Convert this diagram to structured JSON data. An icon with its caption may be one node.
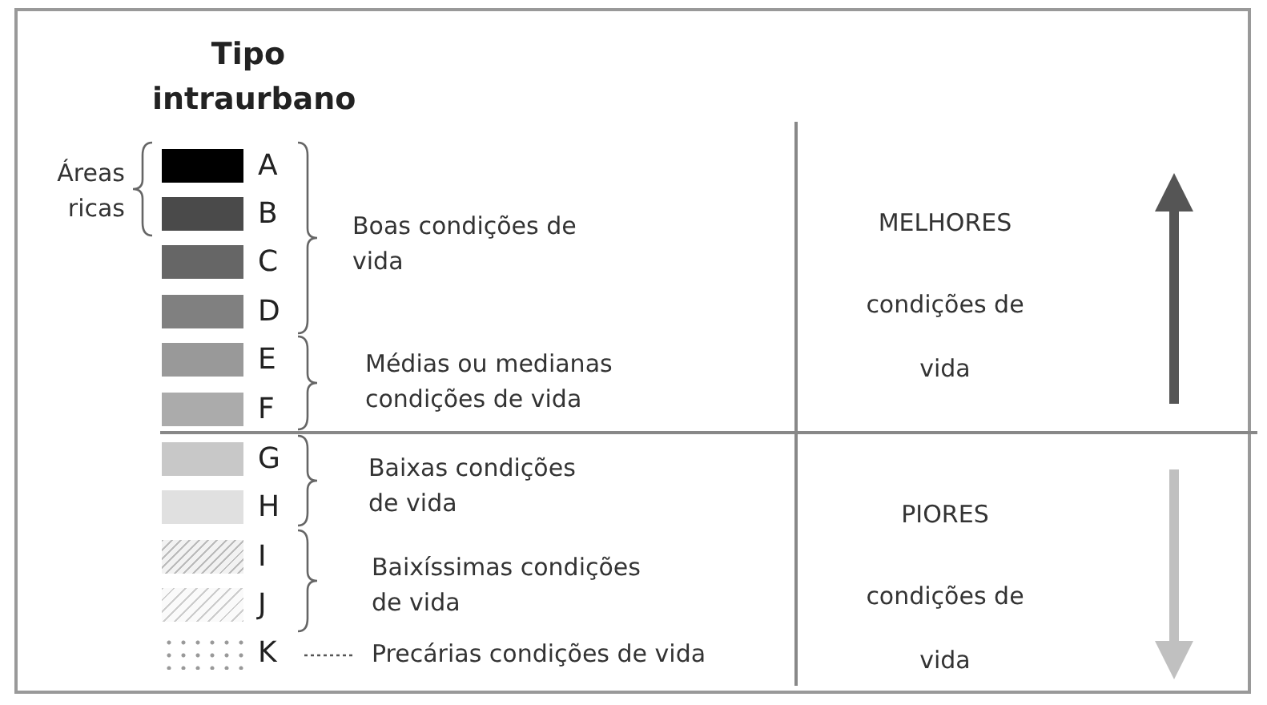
{
  "diagram": {
    "title": "Tipo intraurbano",
    "labels": [
      "Áreas ricas",
      "Boas condições de vida",
      "MELHORES",
      "condições de vida",
      "Médias ou medianas condições de vida",
      "Baixas condições de vida",
      "PIORES",
      "condições de vida",
      "Baixíssimas condições de vida",
      "Precárias condições de vida"
    ],
    "legend": [
      {
        "text": "A",
        "color": "#000000"
      },
      {
        "text": "B",
        "color": "#4a4a4a"
      },
      {
        "text": "C",
        "color": "#666666"
      },
      {
        "text": "D",
        "color": "#808080"
      },
      {
        "text": "E",
        "color": "#999999"
      },
      {
        "text": "F",
        "color": "#ababab"
      },
      {
        "text": "G",
        "color": "#c8c8c8"
      },
      {
        "text": "H",
        "color": "#e0e0e0"
      },
      {
        "text": "I"
      },
      {
        "text": "J"
      },
      {
        "text": "K"
      }
    ]
  }
}
